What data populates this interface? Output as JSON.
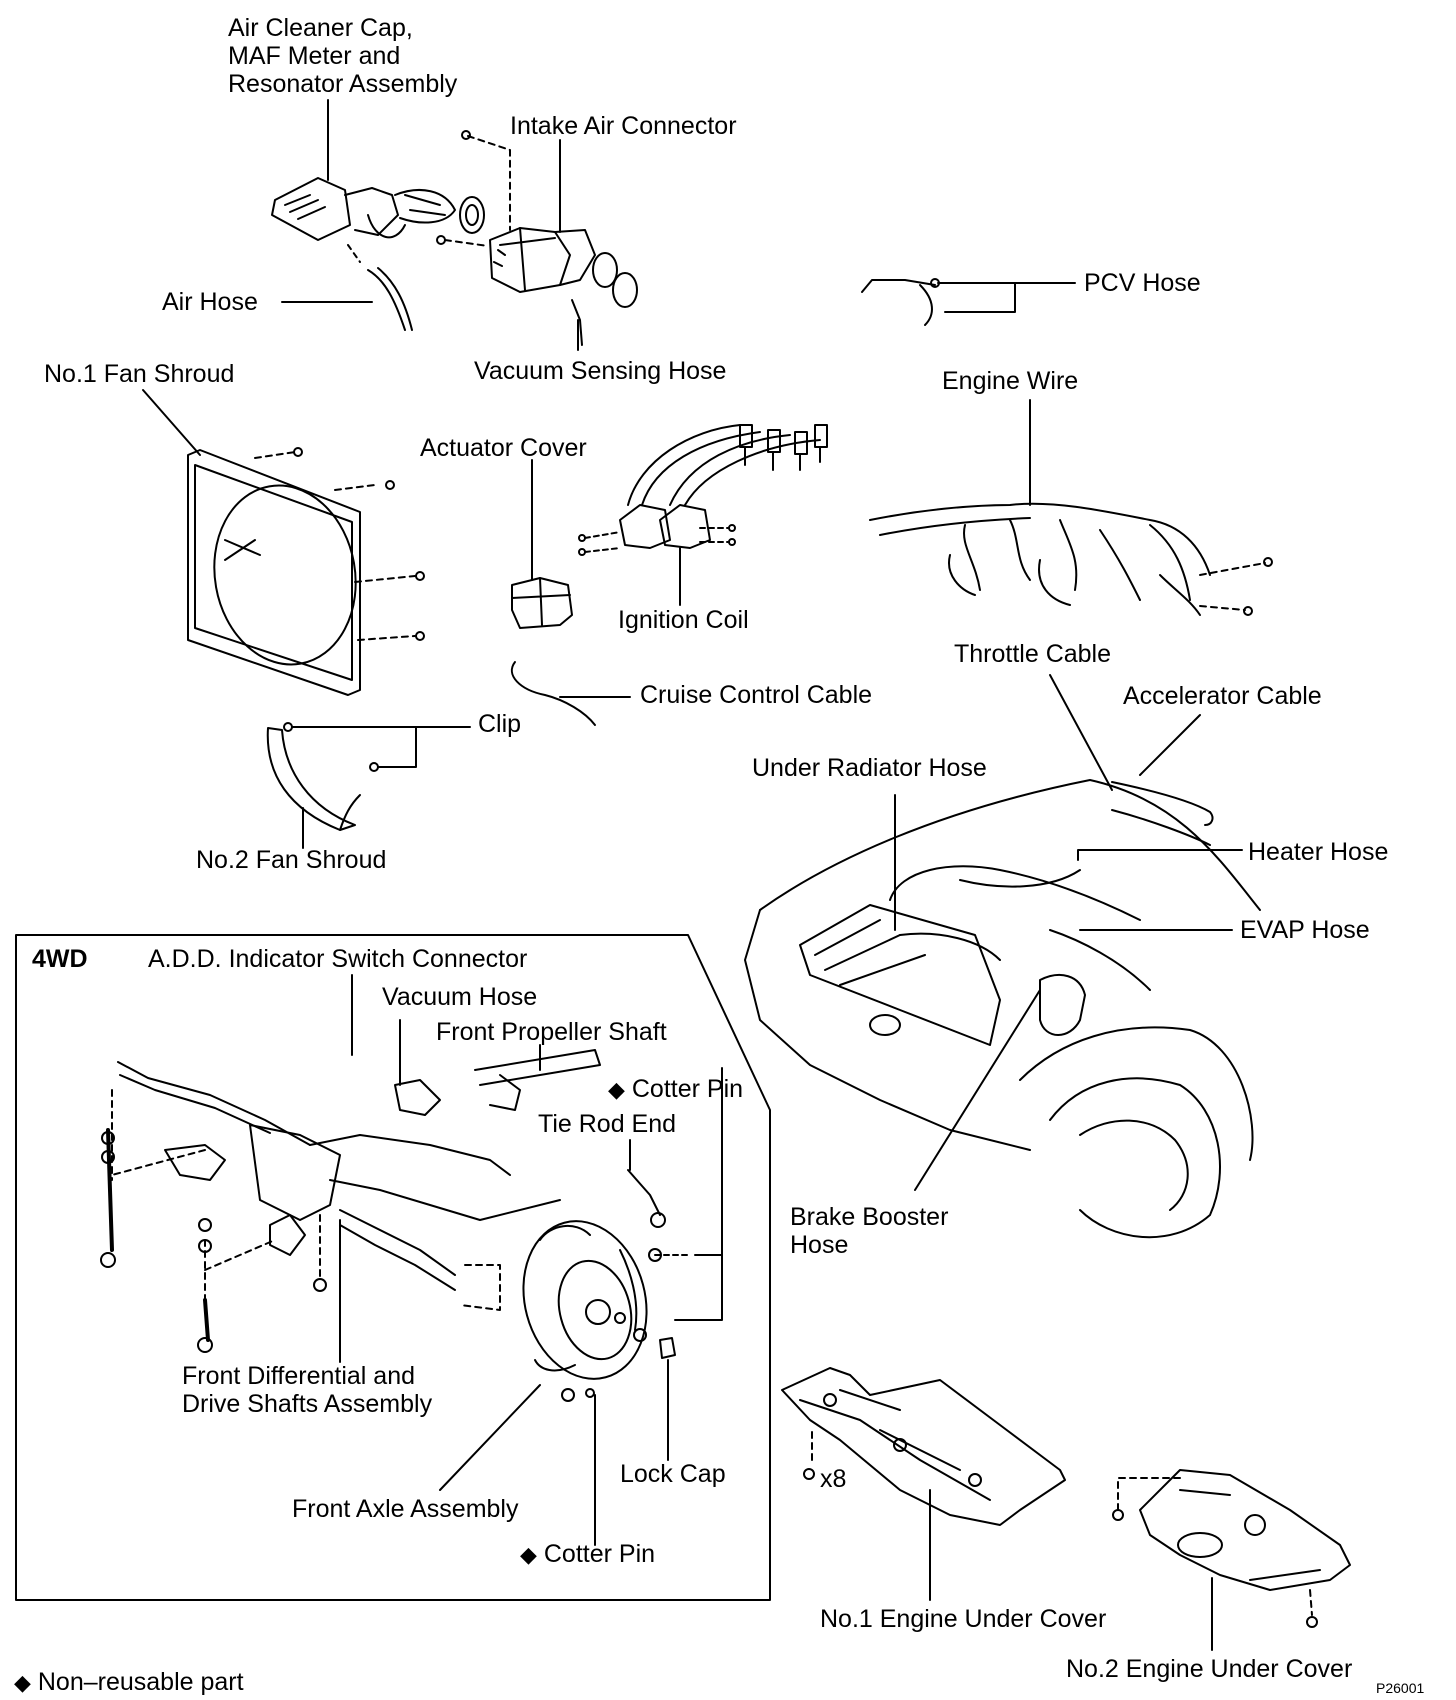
{
  "labels": {
    "air_cleaner_cap": [
      "Air Cleaner Cap,",
      "MAF Meter and",
      "Resonator Assembly"
    ],
    "intake_air_connector": "Intake Air Connector",
    "air_hose": "Air Hose",
    "vacuum_sensing_hose": "Vacuum Sensing Hose",
    "pcv_hose": "PCV Hose",
    "no1_fan_shroud": "No.1 Fan Shroud",
    "actuator_cover": "Actuator Cover",
    "engine_wire": "Engine Wire",
    "ignition_coil": "Ignition Coil",
    "throttle_cable": "Throttle Cable",
    "cruise_control_cable": "Cruise Control Cable",
    "accelerator_cable": "Accelerator Cable",
    "clip": "Clip",
    "under_radiator_hose": "Under Radiator Hose",
    "heater_hose": "Heater Hose",
    "no2_fan_shroud": "No.2 Fan Shroud",
    "evap_hose": "EVAP Hose",
    "brake_booster_hose": [
      "Brake Booster",
      "Hose"
    ],
    "no1_engine_under_cover": "No.1 Engine Under Cover",
    "no2_engine_under_cover": "No.2 Engine Under Cover",
    "x8": "x8"
  },
  "box_4wd": {
    "title": "4WD",
    "add_indicator_switch_connector": "A.D.D. Indicator Switch Connector",
    "vacuum_hose": "Vacuum Hose",
    "front_propeller_shaft": "Front Propeller Shaft",
    "cotter_pin_top": "Cotter Pin",
    "tie_rod_end": "Tie Rod End",
    "front_differential": [
      "Front Differential and",
      "Drive Shafts Assembly"
    ],
    "lock_cap": "Lock Cap",
    "front_axle_assembly": "Front Axle Assembly",
    "cotter_pin_bottom": "Cotter Pin"
  },
  "legend": {
    "symbol": "◆",
    "text": "Non–reusable part"
  },
  "figure_code": "P26001"
}
